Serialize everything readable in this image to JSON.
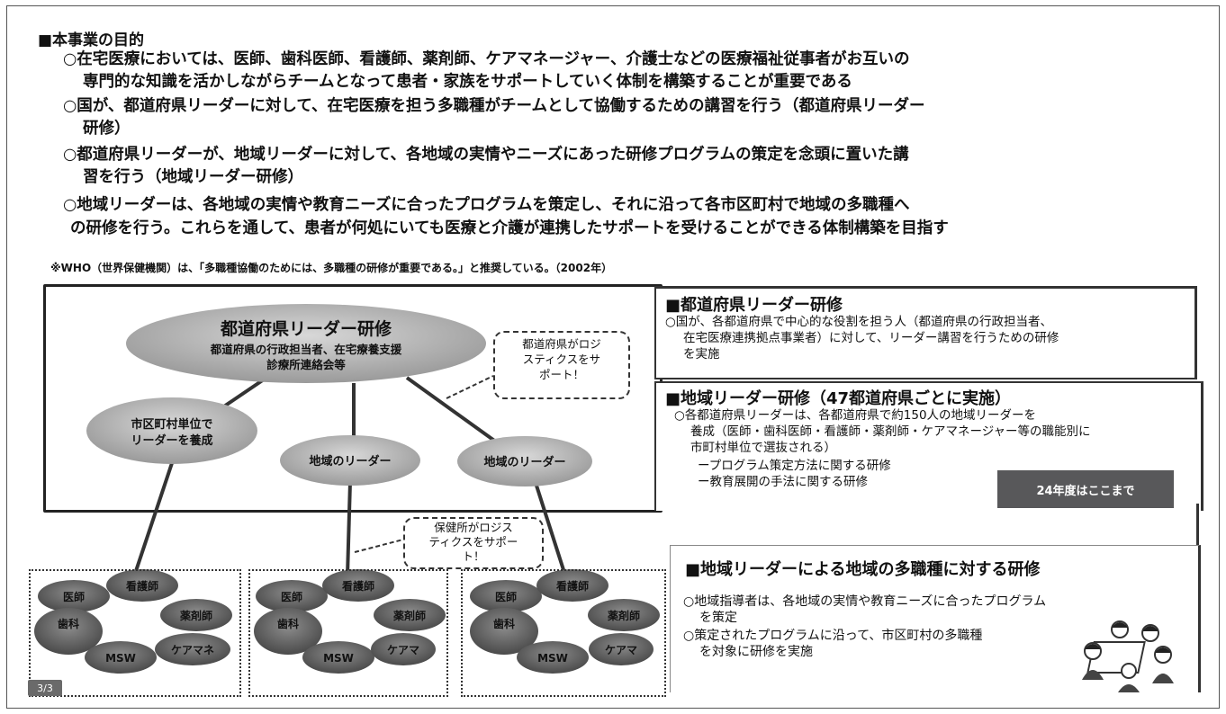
{
  "purpose": {
    "heading": "■本事業の目的",
    "lines": [
      "○在宅医療においては、医師、歯科医師、看護師、薬剤師、ケアマネージャー、介護士などの医療福祉従事者がお互いの",
      "専門的な知識を活かしながらチームとなって患者・家族をサポートしていく体制を構築することが重要である",
      "○国が、都道府県リーダーに対して、在宅医療を担う多職種がチームとして協働するための講習を行う（都道府県リーダー",
      "研修）",
      "○都道府県リーダーが、地域リーダーに対して、各地域の実情やニーズにあった研修プログラムの策定を念頭に置いた講",
      "習を行う（地域リーダー研修）",
      "○地域リーダーは、各地域の実情や教育ニーズに合ったプログラムを策定し、それに沿って各市区町村で地域の多職種へ",
      "の研修を行う。これらを通して、患者が何処にいても医療と介護が連携したサポートを受けることができる体制構築を目指す"
    ],
    "note": "※WHO（世界保健機関）は、「多職種協働のためには、多職種の研修が重要である。」と推奨している。（2002年）"
  },
  "diagram": {
    "top_title": "都道府県リーダー研修",
    "top_sub1": "都道府県の行政担当者、在宅療養支援",
    "top_sub2": "診療所連絡会等",
    "left_node_line1": "市区町村単位で",
    "left_node_line2": "リーダーを養成",
    "mid_node": "地域のリーダー",
    "right_node": "地域のリーダー",
    "bubble_pref": [
      "都道府県がロジ",
      "スティクスをサ",
      "ポート！"
    ],
    "bubble_hc": [
      "保健所がロジス",
      "ティクスをサポー",
      "ト！"
    ],
    "clusters": [
      [
        "医師",
        "看護師",
        "歯科",
        "薬剤師",
        "MSW",
        "ケアマネ"
      ],
      [
        "医師",
        "看護師",
        "歯科",
        "薬剤師",
        "MSW",
        "ケアマ"
      ],
      [
        "医師",
        "看護師",
        "歯科",
        "薬剤師",
        "MSW",
        "ケアマ"
      ]
    ]
  },
  "panels": {
    "p1": {
      "title": "■都道府県リーダー研修",
      "body": [
        "○国が、各都道府県で中心的な役割を担う人（都道府県の行政担当者、",
        "在宅医療連携拠点事業者）に対して、リーダー講習を行うための研修",
        "を実施"
      ]
    },
    "p2": {
      "title": "■地域リーダー研修（47都道府県ごとに実施）",
      "body": [
        "○各都道府県リーダーは、各都道府県で約150人の地域リーダーを",
        "養成（医師・歯科医師・看護師・薬剤師・ケアマネージャー等の職能別に",
        "市町村単位で選抜される）",
        "ープログラム策定方法に関する研修",
        "ー教育展開の手法に関する研修"
      ],
      "badge": "24年度はここまで"
    },
    "p3": {
      "title": "■地域リーダーによる地域の多職種に対する研修",
      "body": [
        "○地域指導者は、各地域の実情や教育ニーズに合ったプログラム",
        "を策定",
        "○策定されたプログラムに沿って、市区町村の多職種",
        "を対象に研修を実施"
      ]
    }
  },
  "page_number": "3/3"
}
